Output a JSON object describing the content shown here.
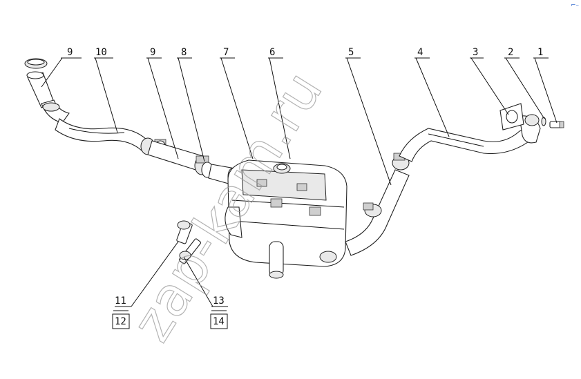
{
  "diagram": {
    "callouts": {
      "c1": "1",
      "c2": "2",
      "c3": "3",
      "c4": "4",
      "c5": "5",
      "c6": "6",
      "c7": "7",
      "c8": "8",
      "c9a": "9",
      "c9b": "9",
      "c10": "10",
      "c11": "11",
      "c12": "12",
      "c13": "13",
      "c14": "14"
    },
    "watermark": "zap-kam.ru",
    "corner_mark": "⌐–"
  }
}
